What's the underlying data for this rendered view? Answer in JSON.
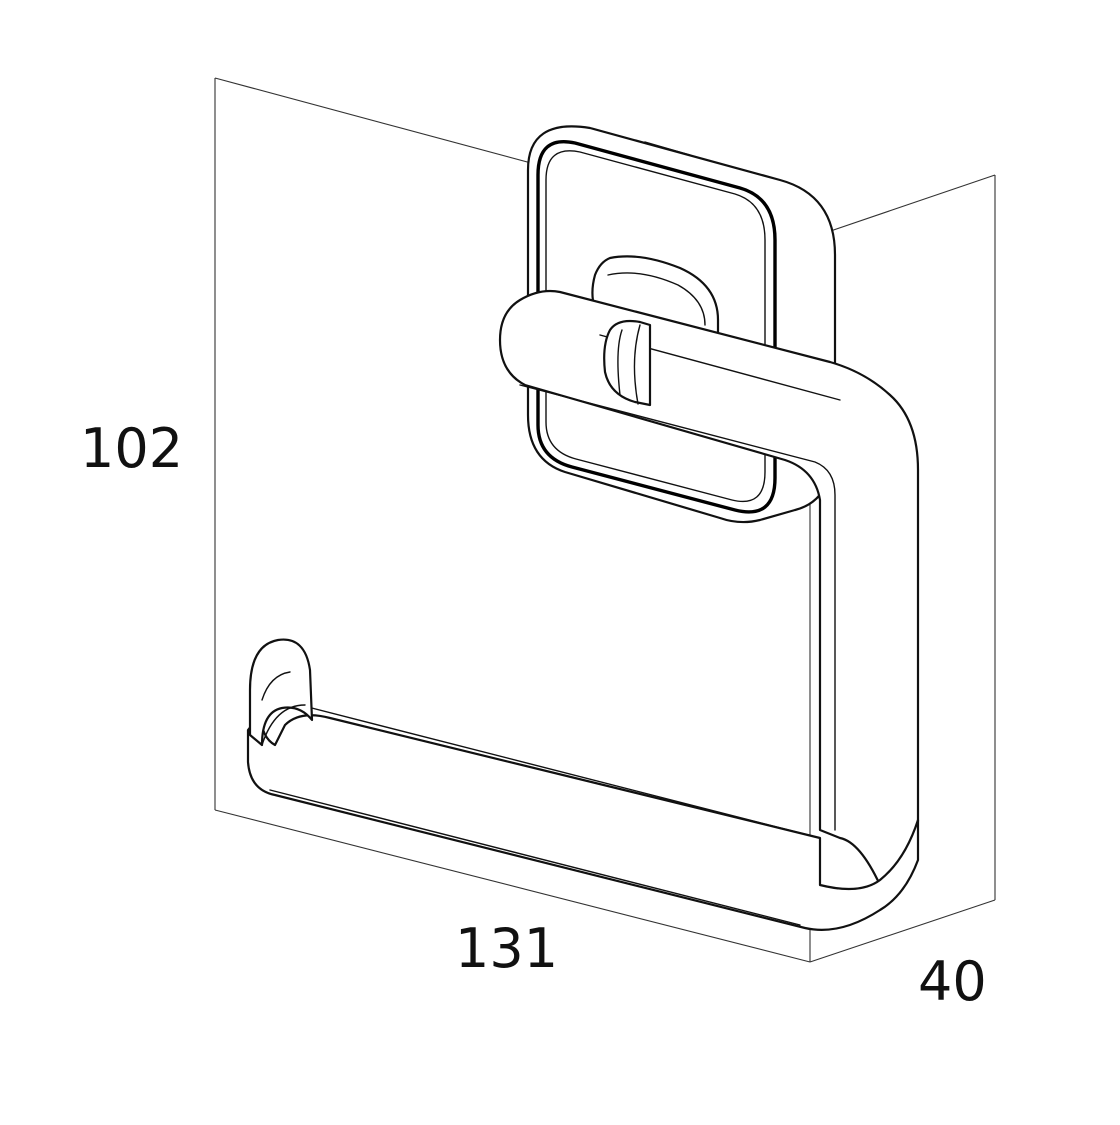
{
  "dimensions": {
    "height": "102",
    "width": "131",
    "depth": "40"
  },
  "colors": {
    "line": "#111111",
    "background": "#ffffff"
  }
}
